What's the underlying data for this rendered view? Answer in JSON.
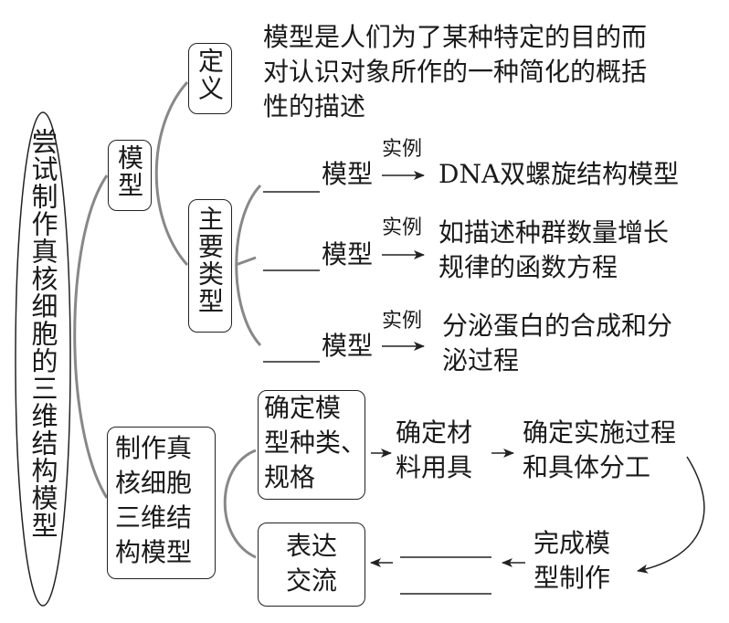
{
  "root": {
    "title": "尝试制作真核细胞的三维结构模型"
  },
  "model_branch": {
    "label": "模型",
    "definition": {
      "label": "定义",
      "text_lines": [
        "模型是人们为了某种特定的目的而",
        "对认识对象所作的一种简化的概括",
        "性的描述"
      ]
    },
    "types": {
      "label": "主要类型",
      "example_label": "实例",
      "blank": "______",
      "items": [
        {
          "suffix": "模型",
          "example_lines": [
            "DNA双螺旋结构模型"
          ]
        },
        {
          "suffix": "模型",
          "example_lines": [
            "如描述种群数量增长",
            "规律的函数方程"
          ]
        },
        {
          "suffix": "模型",
          "example_lines": [
            "分泌蛋白的合成和分",
            "泌过程"
          ]
        }
      ]
    }
  },
  "make_branch": {
    "label_lines": [
      "制作真",
      "核细胞",
      "三维结",
      "构模型"
    ],
    "steps": {
      "step1_lines": [
        "确定模",
        "型种类、",
        "规格"
      ],
      "step2_lines": [
        "确定材",
        "料用具"
      ],
      "step3_lines": [
        "确定实施过程",
        "和具体分工"
      ],
      "step4_lines": [
        "完成模",
        "型制作"
      ],
      "step5_blank": "__________",
      "step6_lines": [
        "表达",
        "交流"
      ]
    }
  }
}
